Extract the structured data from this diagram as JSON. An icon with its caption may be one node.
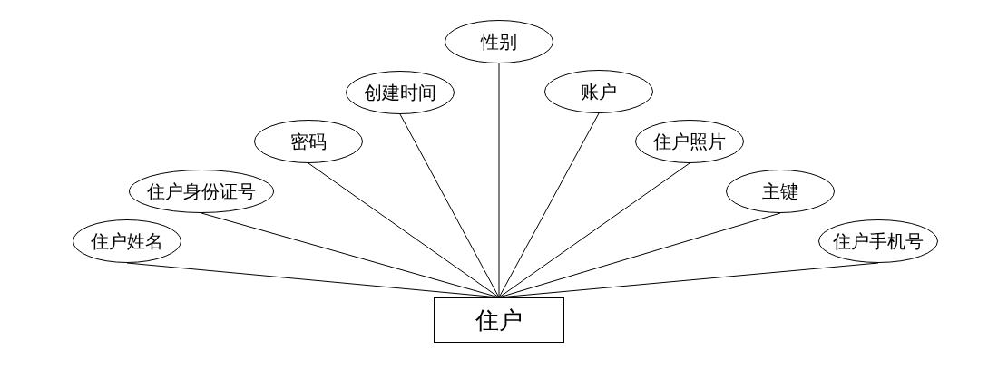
{
  "diagram": {
    "nodes": [
      {
        "text": [
          "住户"
        ]
      },
      {
        "text": [
          "住户姓名"
        ]
      },
      {
        "text": [
          "住户身份证号"
        ]
      },
      {
        "text": [
          "密码"
        ]
      },
      {
        "text": [
          "创建时间"
        ]
      },
      {
        "text": [
          "性别"
        ]
      },
      {
        "text": [
          "账户"
        ]
      },
      {
        "text": [
          "住户照片"
        ]
      },
      {
        "text": [
          "主键"
        ]
      },
      {
        "text": [
          "住户手机号"
        ]
      }
    ],
    "edges": [
      {
        "from": 0,
        "to": 1,
        "arrow": "none"
      },
      {
        "from": 0,
        "to": 2,
        "arrow": "none"
      },
      {
        "from": 0,
        "to": 3,
        "arrow": "none"
      },
      {
        "from": 0,
        "to": 4,
        "arrow": "none"
      },
      {
        "from": 0,
        "to": 5,
        "arrow": "none"
      },
      {
        "from": 0,
        "to": 6,
        "arrow": "none"
      },
      {
        "from": 0,
        "to": 7,
        "arrow": "none"
      },
      {
        "from": 0,
        "to": 8,
        "arrow": "none"
      },
      {
        "from": 0,
        "to": 9,
        "arrow": "none"
      }
    ]
  }
}
